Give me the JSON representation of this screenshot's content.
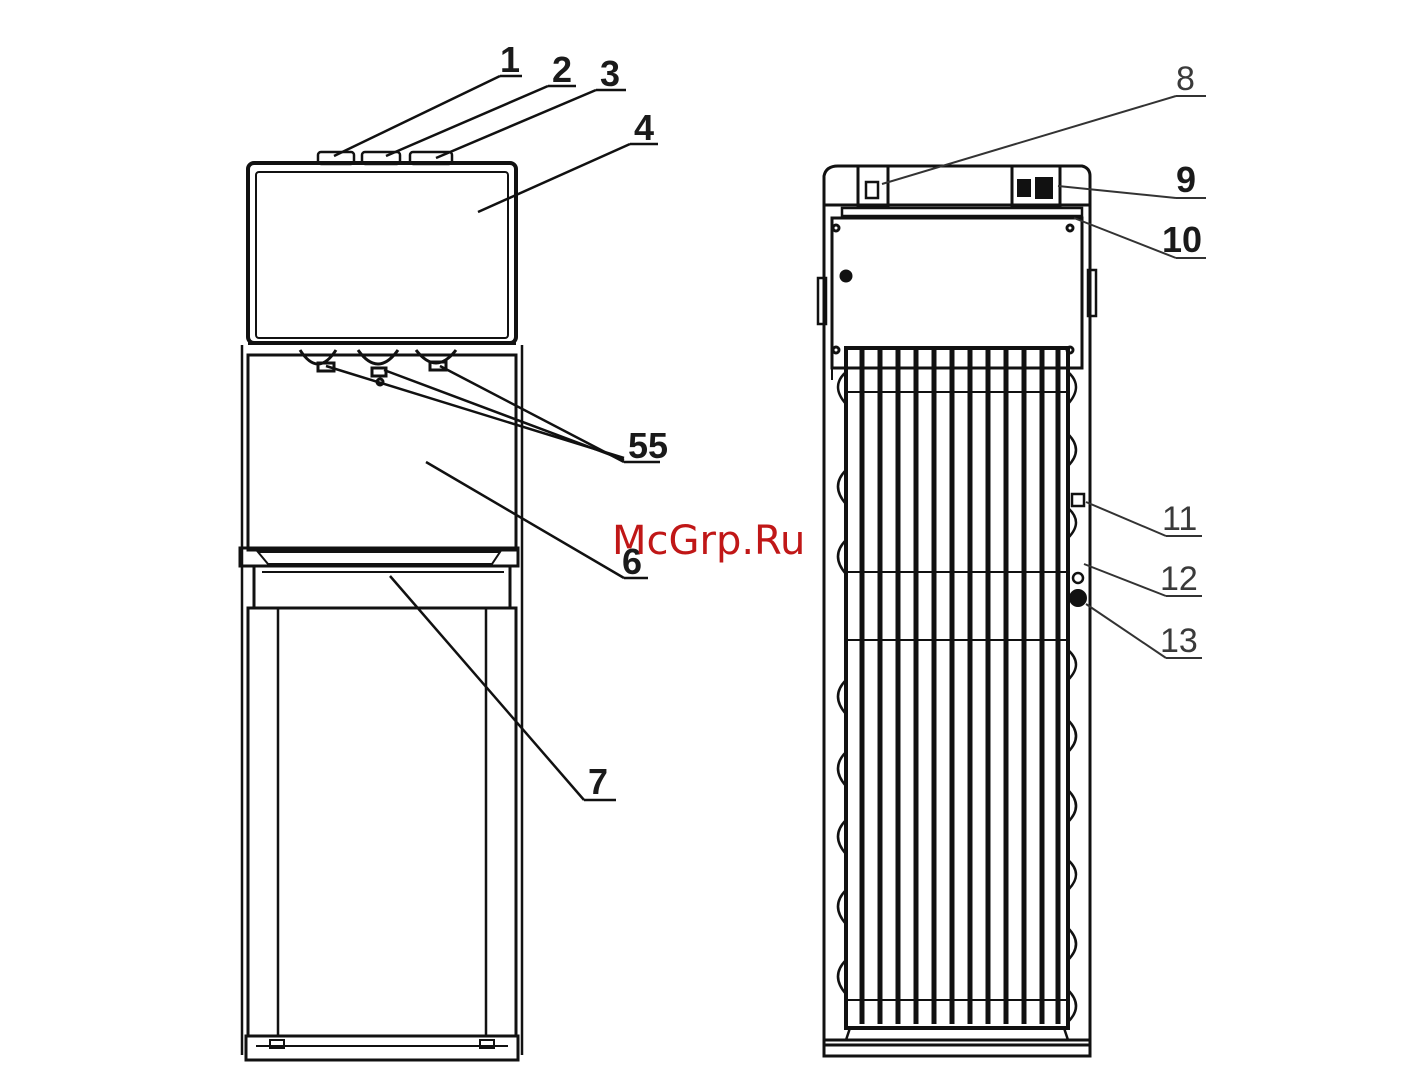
{
  "front_view": {
    "labels": {
      "l1": "1",
      "l2": "2",
      "l3": "3",
      "l4": "4",
      "l5": "55",
      "l6": "6",
      "l7": "7"
    }
  },
  "rear_view": {
    "labels": {
      "l8": "8",
      "l9": "9",
      "l10": "10",
      "l11": "11",
      "l12": "12",
      "l13": "13"
    }
  },
  "watermark": "McGrp.Ru",
  "colors": {
    "line": "#111111",
    "watermark": "#c01717"
  }
}
